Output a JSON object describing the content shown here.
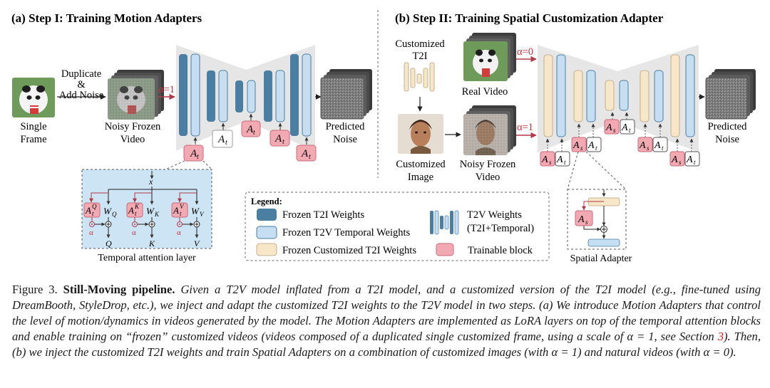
{
  "panel_a": {
    "heading": "(a) Step I: Training Motion Adapters",
    "single_frame": [
      "Single",
      "Frame"
    ],
    "duplicate": [
      "Duplicate",
      "&",
      "Add Noise"
    ],
    "noisy_frozen": [
      "Noisy Frozen",
      "Video"
    ],
    "alpha": "α=1",
    "predicted": [
      "Predicted",
      "Noise"
    ],
    "adapter": "A",
    "adapter_sub": "t",
    "attention": {
      "x": "x",
      "keys": [
        {
          "a": "A",
          "sub": "t",
          "sup": "Q",
          "w": "W",
          "wsub": "Q",
          "out": "Q"
        },
        {
          "a": "A",
          "sub": "t",
          "sup": "K",
          "w": "W",
          "wsub": "K",
          "out": "K"
        },
        {
          "a": "A",
          "sub": "t",
          "sup": "V",
          "w": "W",
          "wsub": "V",
          "out": "V"
        }
      ],
      "alpha": "α",
      "label": "Temporal attention layer"
    }
  },
  "panel_b": {
    "heading": "(b) Step II: Training Spatial Customization Adapter",
    "customized_t2i": [
      "Customized",
      "T2I"
    ],
    "real_video": "Real Video",
    "alpha0": "α=0",
    "alpha1": "α=1",
    "customized_image": [
      "Customized",
      "Image"
    ],
    "noisy_frozen": [
      "Noisy Frozen",
      "Video"
    ],
    "predicted": [
      "Predicted",
      "Noise"
    ],
    "as": "A",
    "as_sub": "s",
    "at": "A",
    "at_sub": "t",
    "spatial_adapter": "Spatial Adapter"
  },
  "legend": {
    "title": "Legend:",
    "frozen_t2i": "Frozen T2I Weights",
    "frozen_t2v": "Frozen T2V Temporal Weights",
    "frozen_custom": "Frozen Customized T2I Weights",
    "t2v_weights": [
      "T2V Weights",
      "(T2I+Temporal)"
    ],
    "trainable": "Trainable block"
  },
  "colors": {
    "dark_blue": "#4a7fa2",
    "light_blue": "#c5def2",
    "beige": "#f7e6c8",
    "pink": "#f2a9b2",
    "pink_dark": "#c96b7a",
    "red_alpha": "#c9323d",
    "trapezoid": "#e4e4e4"
  },
  "caption": {
    "lead": "Figure 3. ",
    "title": "Still-Moving pipeline.",
    "body": " Given a T2V model inflated from a T2I model, and a customized version of the T2I model (e.g., fine-tuned using DreamBooth, StyleDrop, etc.), we inject and adapt the customized T2I weights to the T2V model in two steps. (a) We introduce Motion Adapters that control the level of motion/dynamics in videos generated by the model. The Motion Adapters are implemented as LoRA layers on top of the temporal attention blocks and enable training on “frozen” customized videos (videos composed of a duplicated single customized frame, using a scale of α = 1, see Section ",
    "ref": "3",
    "tail": "). Then, (b) we inject the customized T2I weights and train Spatial Adapters on a combination of customized images (with α = 1) and natural videos (with α = 0)."
  }
}
